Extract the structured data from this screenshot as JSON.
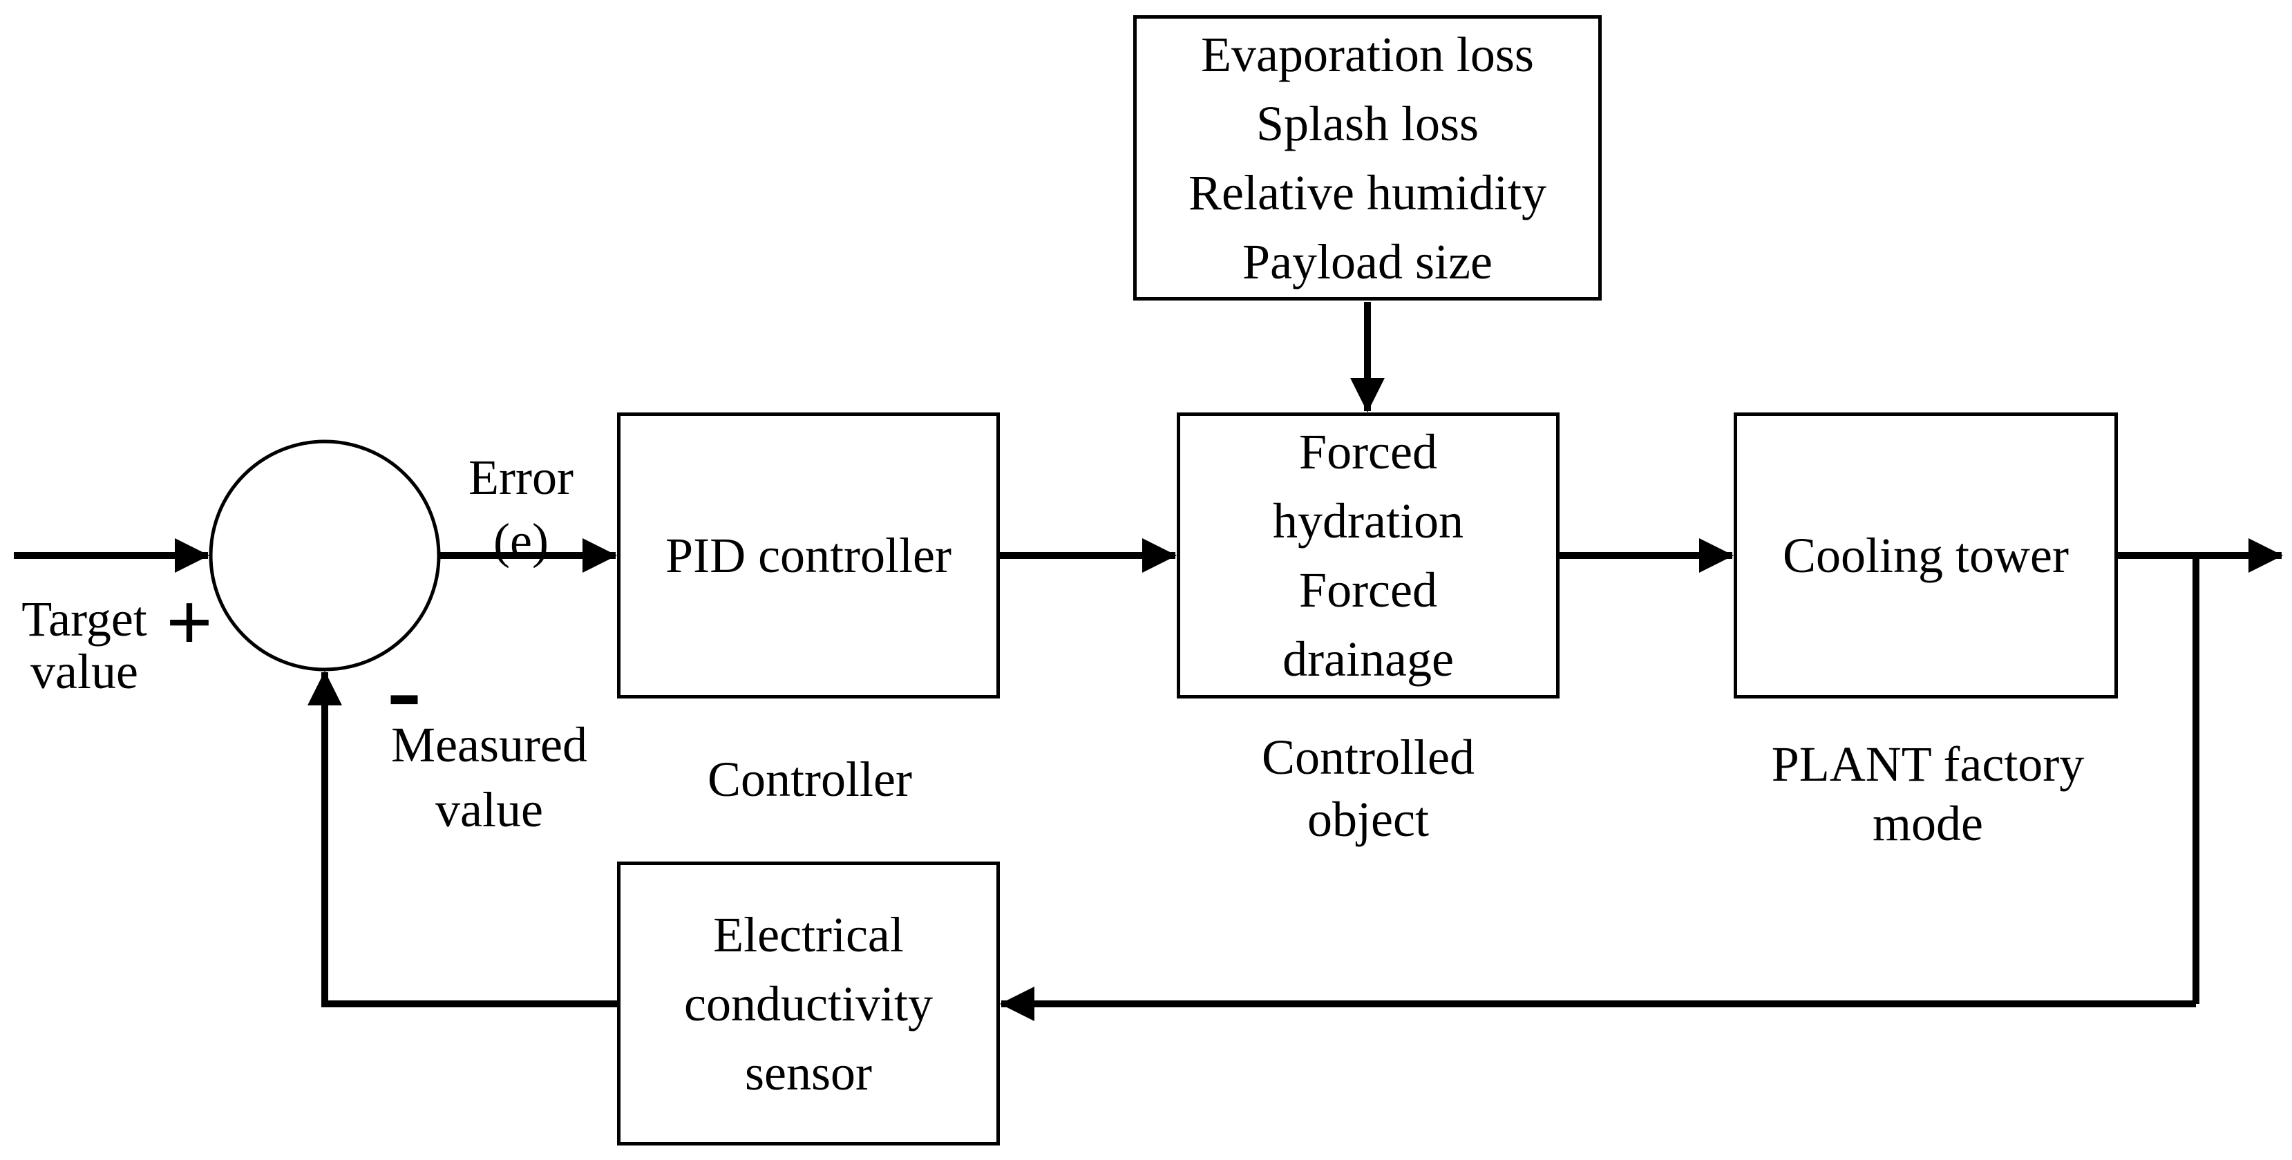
{
  "figure": {
    "colors": {
      "ink": "#000000",
      "background": "#ffffff",
      "box_fill": "#ffffff"
    },
    "target_label": {
      "line1": "Target",
      "line2": "value"
    },
    "plus_sign": "+",
    "minus_sign": "-",
    "error_label": {
      "line1": "Error",
      "line2": "(e)"
    },
    "measured_label": {
      "line1": "Measured",
      "line2": "value"
    },
    "boxes": {
      "disturbance": {
        "line1": "Evaporation loss",
        "line2": "Splash loss",
        "line3": "Relative humidity",
        "line4": "Payload size"
      },
      "pid": {
        "label": "PID controller"
      },
      "process": {
        "line1": "Forced",
        "line2": "hydration",
        "line3": "Forced",
        "line4": "drainage"
      },
      "plant": {
        "label": "Cooling tower"
      },
      "sensor": {
        "line1": "Electrical",
        "line2": "conductivity",
        "line3": "sensor"
      }
    },
    "captions": {
      "controller": "Controller",
      "controlled_object": {
        "line1": "Controlled",
        "line2": "object"
      },
      "plant_factory": {
        "line1": "PLANT factory",
        "line2": "mode"
      }
    }
  }
}
